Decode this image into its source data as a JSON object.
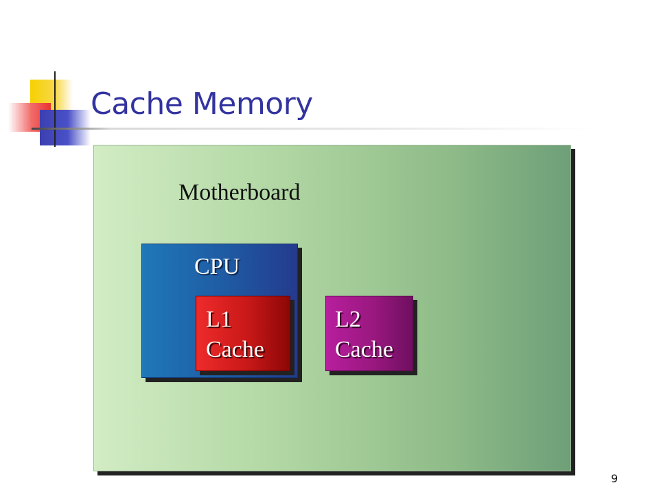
{
  "slide": {
    "title": "Cache Memory",
    "page_number": "9"
  },
  "diagram": {
    "motherboard_label": "Motherboard",
    "cpu_label": "CPU",
    "l1": {
      "line1": "L1",
      "line2": "Cache"
    },
    "l2": {
      "line1": "L2",
      "line2": "Cache"
    }
  },
  "colors": {
    "title": "#3333a0",
    "motherboard": "#a9d19c",
    "cpu": "#1f5aa3",
    "l1_cache": "#d11b1b",
    "l2_cache": "#a01a88"
  }
}
